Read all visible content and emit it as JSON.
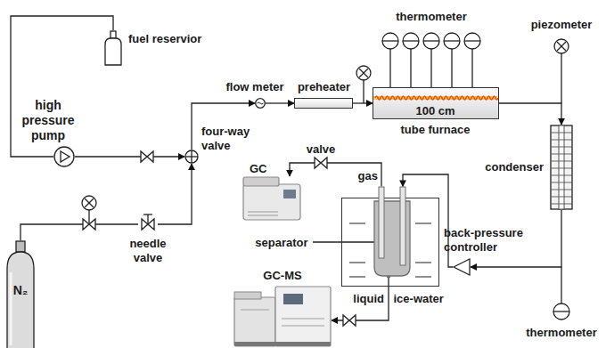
{
  "diagram": {
    "nodes": [
      {
        "text": [
          "fuel reservior"
        ]
      },
      {
        "text": [
          "high pressure pump"
        ]
      },
      {
        "text": [
          "four-way valve"
        ]
      },
      {
        "text": [
          "N₂"
        ]
      },
      {
        "text": [
          "needle valve"
        ]
      },
      {
        "text": [
          "flow meter"
        ]
      },
      {
        "text": [
          "preheater"
        ]
      },
      {
        "text": [
          "100 cm",
          "tube furnace"
        ]
      },
      {
        "text": [
          "condenser"
        ]
      },
      {
        "text": [
          "back-pressure controller"
        ]
      },
      {
        "text": [
          "ice-water"
        ]
      },
      {
        "text": [
          "separator"
        ],
        "in": 10
      },
      {
        "text": [
          "GC"
        ]
      },
      {
        "text": [
          "GC-MS"
        ]
      }
    ],
    "edges": [
      {
        "from": 0,
        "to": 1,
        "arrow": "none"
      },
      {
        "from": 1,
        "to": 2,
        "arrow": "to"
      },
      {
        "from": 3,
        "to": 4,
        "arrow": "none"
      },
      {
        "from": 4,
        "to": 2,
        "arrow": "to"
      },
      {
        "from": 2,
        "to": 5,
        "arrow": "to"
      },
      {
        "from": 5,
        "to": 6,
        "arrow": "to"
      },
      {
        "from": 6,
        "to": 7,
        "arrow": "to"
      },
      {
        "from": 7,
        "to": 8,
        "arrow": "to"
      },
      {
        "from": 8,
        "to": 9,
        "arrow": "to"
      },
      {
        "from": 9,
        "to": 11,
        "arrow": "to"
      },
      {
        "from": 11,
        "to": 12,
        "label": "gas",
        "arrow": "to"
      },
      {
        "from": 11,
        "to": 13,
        "label": "liquid",
        "arrow": "to"
      }
    ],
    "labels": [
      "thermometer",
      "piezometer",
      "thermometer",
      "valve"
    ]
  }
}
